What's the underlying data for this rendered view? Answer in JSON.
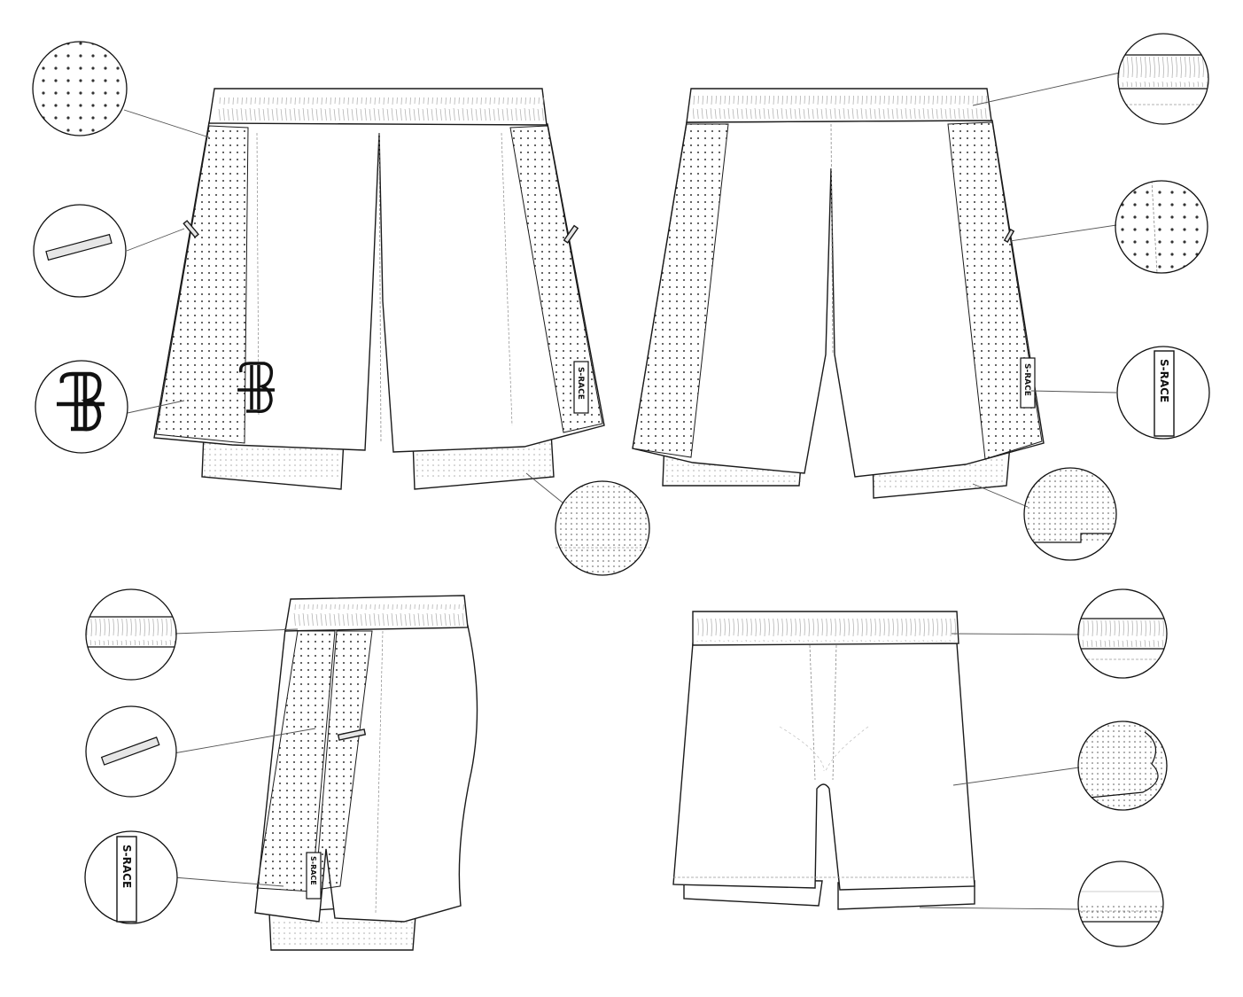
{
  "labels": {
    "side_tab_front": "S-RACE",
    "side_tab_back": "S-RACE",
    "side_tab_side": "S-RACE",
    "callout_tab_back": "S-RACE",
    "callout_tab_side": "S-RACE"
  },
  "colors": {
    "line": "#1a1a1a",
    "stitch": "#8a8a8a",
    "fill": "#ffffff",
    "reflective": "#e6e6e6"
  },
  "views": [
    "front",
    "back",
    "side",
    "inner-liner"
  ],
  "callout_icons": [
    "perforated-mesh-icon",
    "reflective-strip-icon",
    "monogram-logo-icon",
    "liner-mesh-icon",
    "waistband-detail-icon",
    "side-panel-mesh-icon",
    "side-tab-icon",
    "hem-mesh-icon",
    "liner-hem-icon"
  ]
}
